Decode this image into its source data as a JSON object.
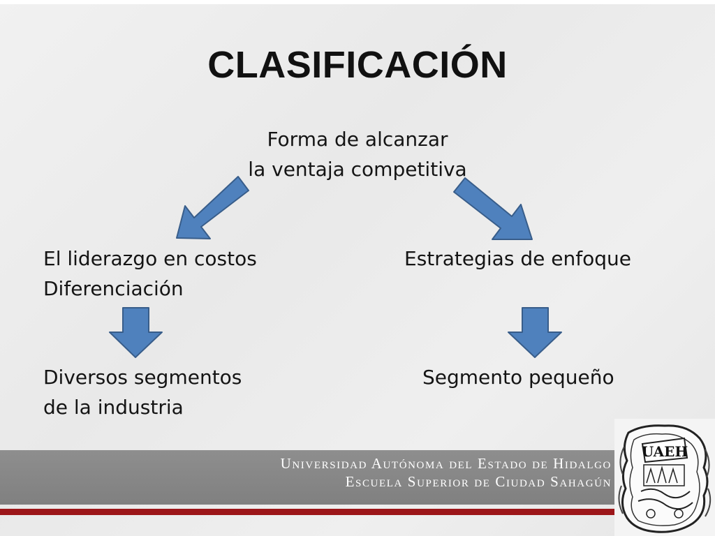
{
  "slide": {
    "title": "CLASIFICACIÓN",
    "root": {
      "line1": "Forma de alcanzar",
      "line2": "la ventaja competitiva"
    },
    "left": {
      "line1": "El liderazgo en costos",
      "line2": "Diferenciación",
      "result_line1": "Diversos segmentos",
      "result_line2": "de la industria"
    },
    "right": {
      "line1": "Estrategias de enfoque",
      "result_line1": "Segmento pequeño"
    }
  },
  "footer": {
    "university": "Universidad Autónoma del Estado de Hidalgo",
    "school": "Escuela Superior de Ciudad Sahagún",
    "seal_text": "UAEH"
  },
  "colors": {
    "arrow_fill": "#4f81bd",
    "arrow_stroke": "#385d8a",
    "footer_gray": "#858585",
    "footer_red": "#9c1619"
  }
}
